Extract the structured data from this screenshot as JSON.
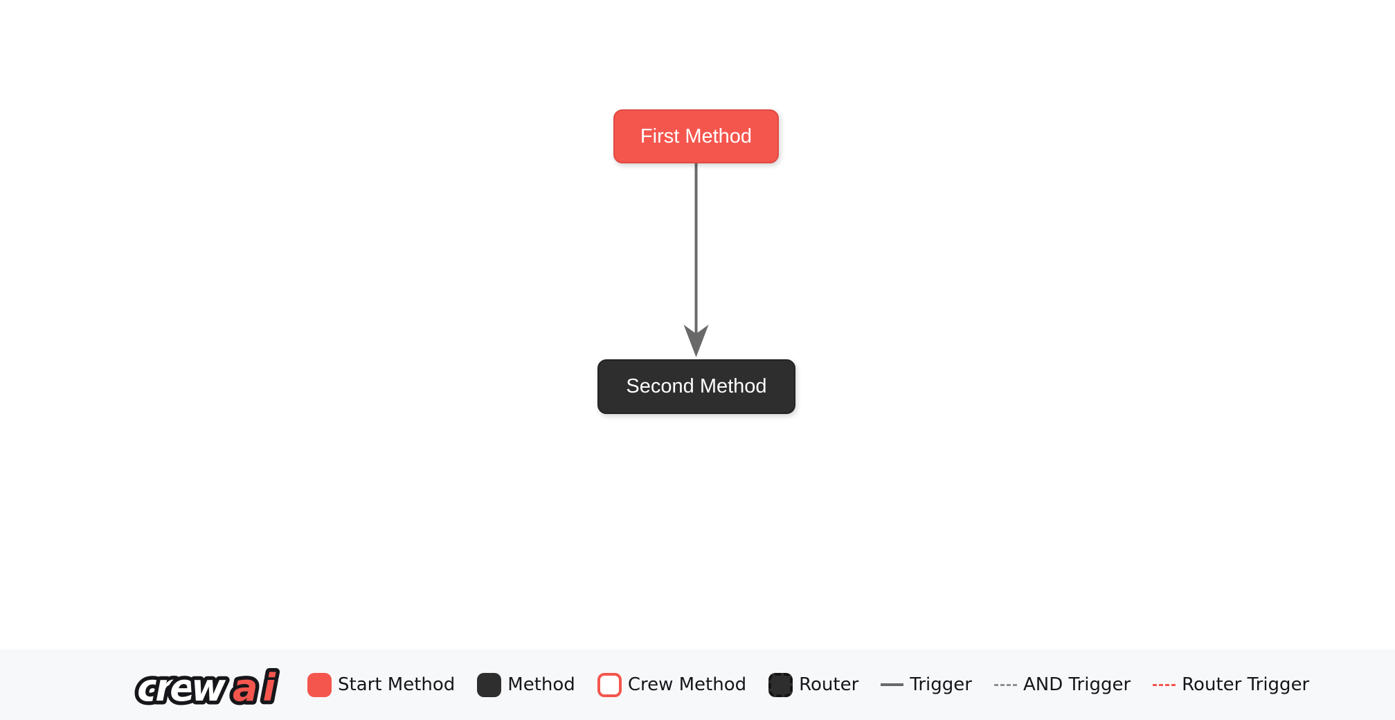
{
  "colors": {
    "start_fill": "#F4564E",
    "start_border": "#E04A42",
    "method_fill": "#2E2E2E",
    "edge": "#696969",
    "legend_background": "#F7F8FA",
    "legend_text": "#15161A",
    "node_text": "#FFFFFF"
  },
  "flow": {
    "nodes": [
      {
        "id": "first_method",
        "label": "First Method",
        "type": "start-method"
      },
      {
        "id": "second_method",
        "label": "Second Method",
        "type": "method"
      }
    ],
    "edges": [
      {
        "from": "first_method",
        "to": "second_method",
        "type": "trigger"
      }
    ]
  },
  "legend": {
    "logo": {
      "crew": "crew",
      "ai": "ai"
    },
    "items": [
      {
        "label": "Start Method",
        "swatch": "start-box-red"
      },
      {
        "label": "Method",
        "swatch": "dark-box"
      },
      {
        "label": "Crew Method",
        "swatch": "white-box-red-border"
      },
      {
        "label": "Router",
        "swatch": "dark-box-dashed-red"
      },
      {
        "label": "Trigger",
        "swatch": "solid-gray-line"
      },
      {
        "label": "AND Trigger",
        "swatch": "dashed-gray-line"
      },
      {
        "label": "Router Trigger",
        "swatch": "dashed-red-line"
      }
    ]
  }
}
